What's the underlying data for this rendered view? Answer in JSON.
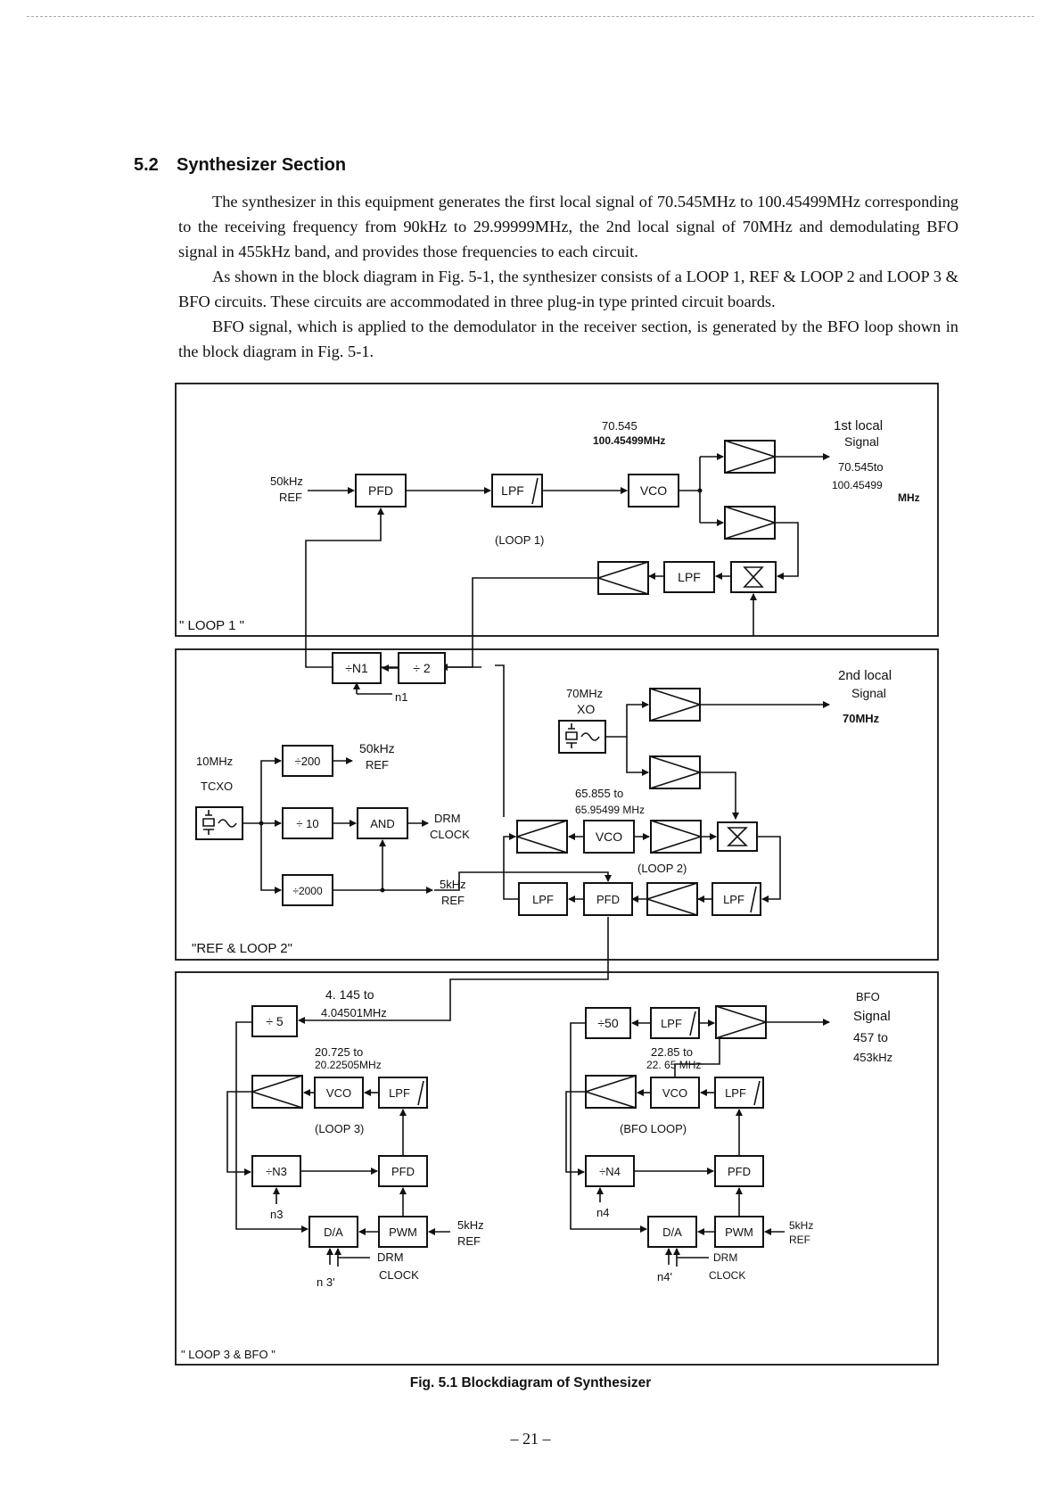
{
  "section": {
    "number": "5.2",
    "title": "Synthesizer Section",
    "paragraphs": [
      "The synthesizer in this equipment generates the first local signal of 70.545MHz to 100.45499MHz corresponding to the receiving frequency from 90kHz to 29.99999MHz, the 2nd local signal of 70MHz and demodulating BFO signal in 455kHz band, and provides those frequencies to each circuit.",
      "As shown in the block diagram in Fig. 5-1, the synthesizer consists of a LOOP 1, REF & LOOP 2 and LOOP 3 & BFO circuits. These circuits are accommodated in three plug-in type printed circuit boards.",
      "BFO signal, which is applied to the demodulator in the receiver section, is generated by the BFO loop shown in the block diagram in Fig. 5-1."
    ]
  },
  "diagram": {
    "sections": {
      "loop1": "\" LOOP 1 \"",
      "ref_loop2": "\"REF & LOOP 2\"",
      "loop3_bfo": "\" LOOP 3 & BFO \""
    },
    "loop1": {
      "ref_in_1": "50kHz",
      "ref_in_2": "REF",
      "pfd": "PFD",
      "lpf": "LPF",
      "vco": "VCO",
      "lpf2": "LPF",
      "loop_label": "(LOOP 1)",
      "vco_freq_1": "70.545",
      "vco_freq_2": "100.45499MHz",
      "out_title_1": "1st local",
      "out_title_2": "Signal",
      "out_freq_1": "70.545to",
      "out_freq_2": "100.45499",
      "out_freq_3": "MHz"
    },
    "ref_loop2": {
      "n1_div": "÷N1",
      "div2": "÷ 2",
      "n1_label": "n1",
      "tcxo_1": "10MHz",
      "tcxo_2": "TCXO",
      "div200": "÷200",
      "ref50_1": "50kHz",
      "ref50_2": "REF",
      "div10": "÷ 10",
      "and_gate": "AND",
      "drm_1": "DRM",
      "drm_2": "CLOCK",
      "div2000": "÷2000",
      "ref5_1": "5kHz",
      "ref5_2": "REF",
      "xo_1": "70MHz",
      "xo_2": "XO",
      "out2_1": "2nd local",
      "out2_2": "Signal",
      "out2_3": "70MHz",
      "vco2_freq_1": "65.855 to",
      "vco2_freq_2": "65.95499 MHz",
      "vco": "VCO",
      "loop_label": "(LOOP 2)",
      "lpf_a": "LPF",
      "pfd": "PFD",
      "lpf_b": "LPF"
    },
    "loop3_bfo": {
      "in_freq_1": "4. 145 to",
      "in_freq_2": "4.04501MHz",
      "div5": "÷ 5",
      "vco3_freq_1": "20.725 to",
      "vco3_freq_2": "20.22505MHz",
      "vco3": "VCO",
      "lpf3": "LPF",
      "loop3_label": "(LOOP 3)",
      "n3_div": "÷N3",
      "pfd3": "PFD",
      "n3_label": "n3",
      "da3": "D/A",
      "pwm3": "PWM",
      "ref3_1": "5kHz",
      "ref3_2": "REF",
      "drm3_1": "DRM",
      "drm3_2": "CLOCK",
      "n3p_label": "n 3'",
      "div50": "÷50",
      "lpf_b1": "LPF",
      "bfo_vco_freq_1": "22.85 to",
      "bfo_vco_freq_2": "22. 65 MHz",
      "bfo_vco": "VCO",
      "lpf_b2": "LPF",
      "bfo_loop_label": "(BFO LOOP)",
      "n4_div": "÷N4",
      "pfd_b": "PFD",
      "n4_label": "n4",
      "da4": "D/A",
      "pwm4": "PWM",
      "ref4_1": "5kHz",
      "ref4_2": "REF",
      "drm4_1": "DRM",
      "drm4_2": "CLOCK",
      "n4p_label": "n4'",
      "bfo_out_1": "BFO",
      "bfo_out_2": "Signal",
      "bfo_out_3": "457 to",
      "bfo_out_4": "453kHz"
    }
  },
  "caption": "Fig. 5.1   Blockdiagram of Synthesizer",
  "page_number": "– 21 –"
}
